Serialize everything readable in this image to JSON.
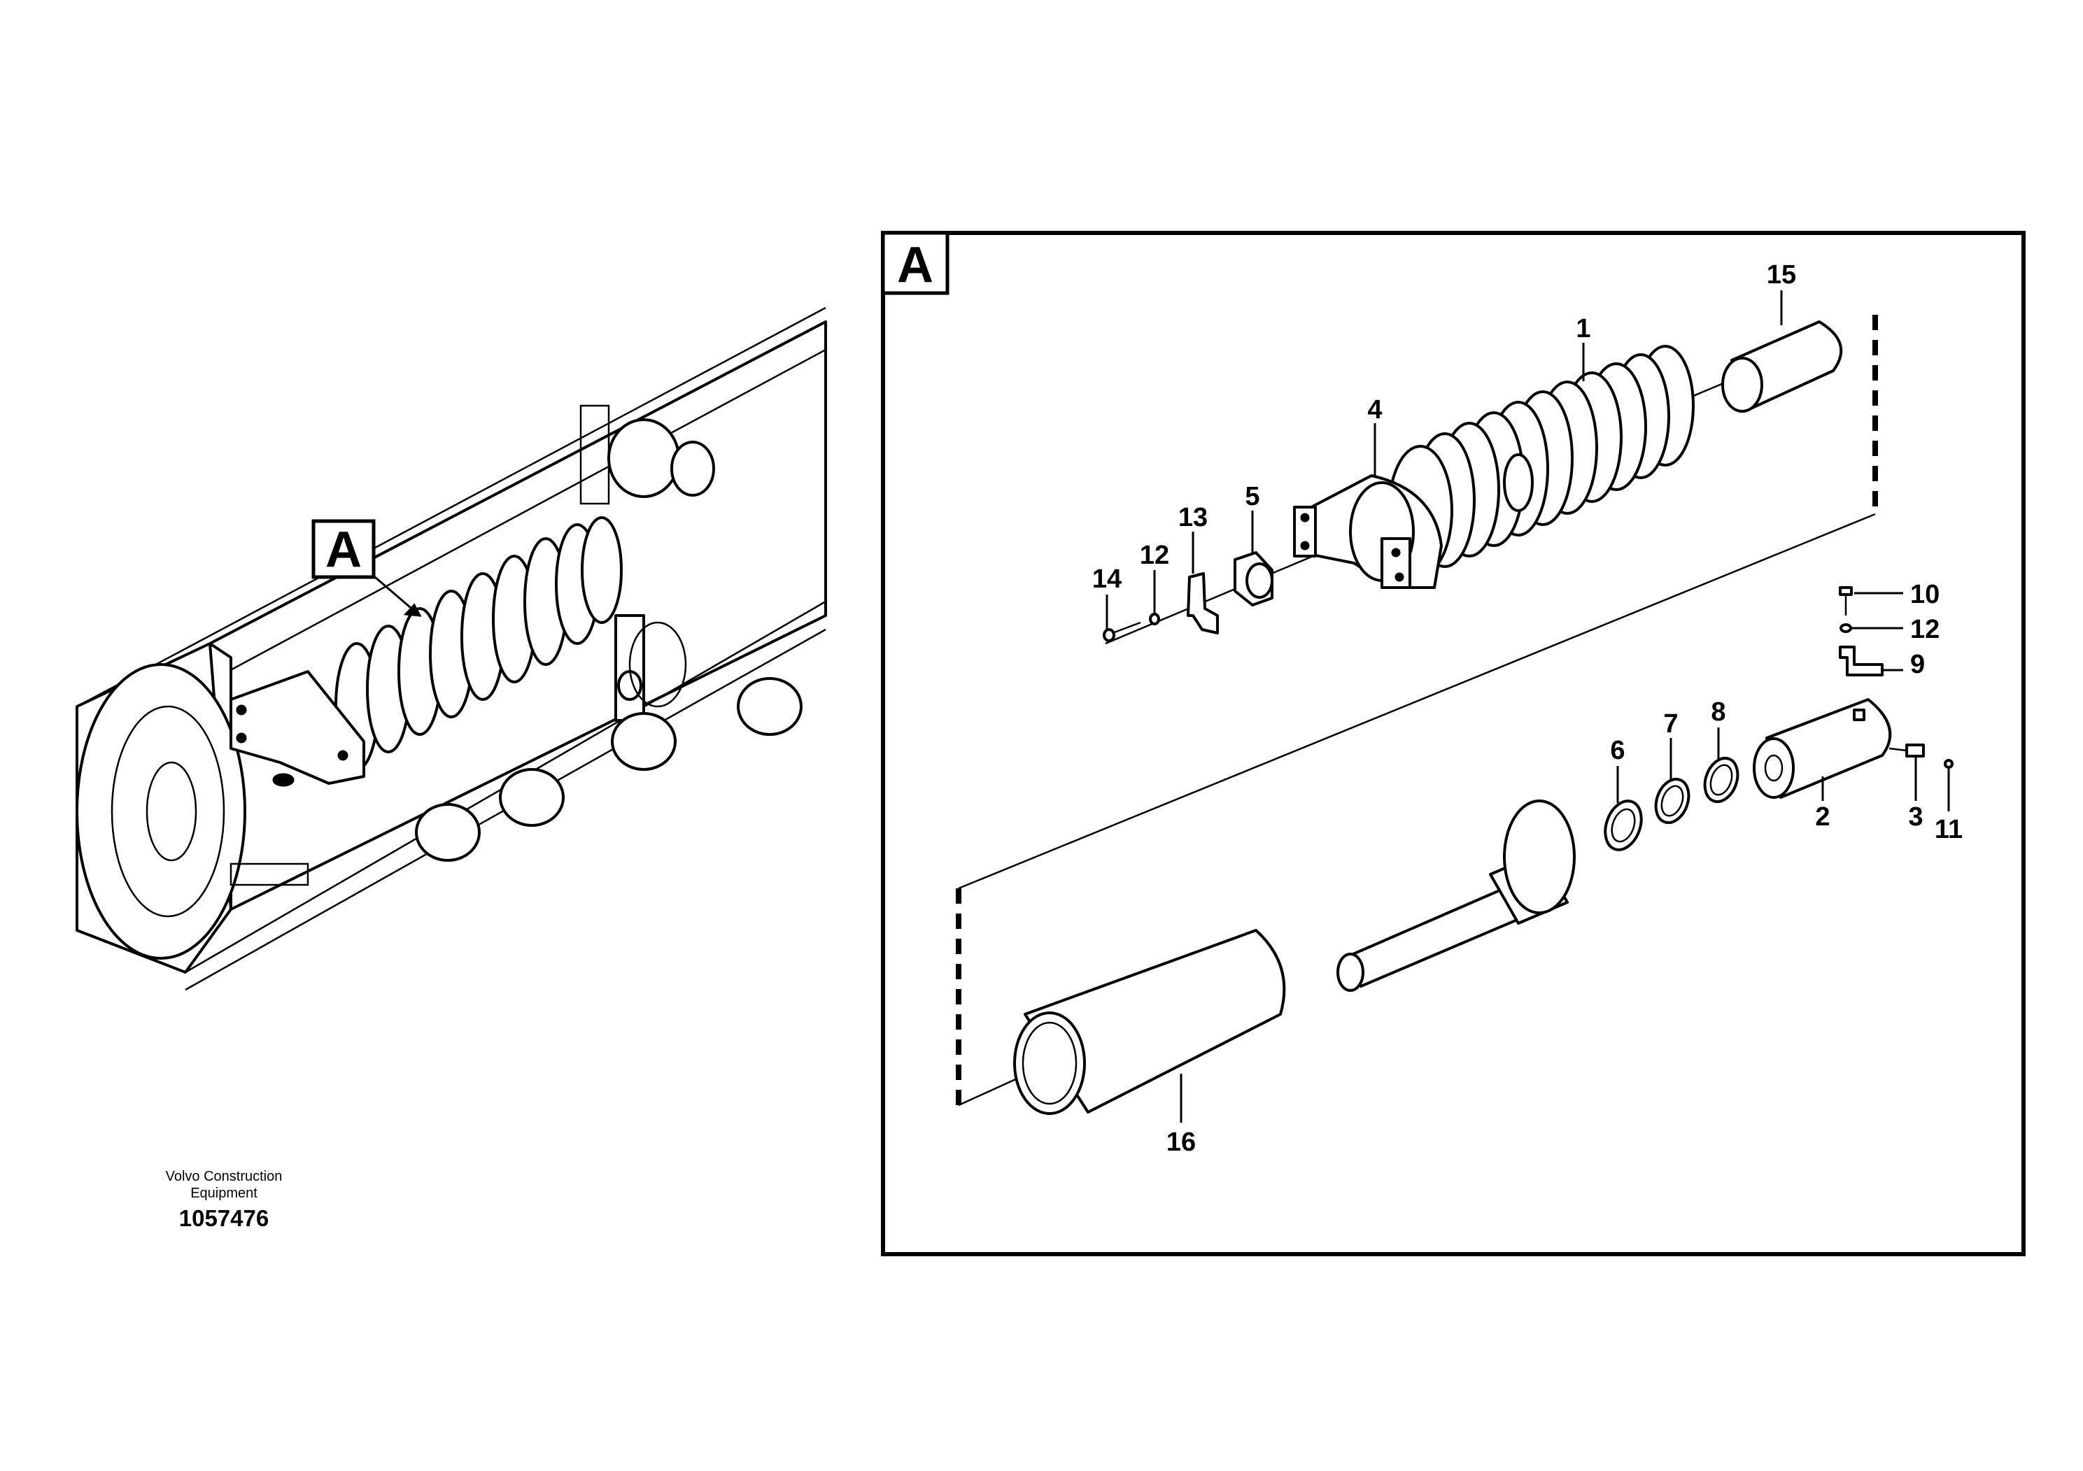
{
  "detail_label": "A",
  "detail_frame_label": "A",
  "callouts": [
    {
      "id": "c1",
      "text": "1"
    },
    {
      "id": "c2",
      "text": "2"
    },
    {
      "id": "c3",
      "text": "3"
    },
    {
      "id": "c4",
      "text": "4"
    },
    {
      "id": "c5",
      "text": "5"
    },
    {
      "id": "c6",
      "text": "6"
    },
    {
      "id": "c7",
      "text": "7"
    },
    {
      "id": "c8",
      "text": "8"
    },
    {
      "id": "c9",
      "text": "9"
    },
    {
      "id": "c10",
      "text": "10"
    },
    {
      "id": "c11",
      "text": "11"
    },
    {
      "id": "c12a",
      "text": "12"
    },
    {
      "id": "c12b",
      "text": "12"
    },
    {
      "id": "c13",
      "text": "13"
    },
    {
      "id": "c14",
      "text": "14"
    },
    {
      "id": "c15",
      "text": "15"
    },
    {
      "id": "c16",
      "text": "16"
    }
  ],
  "watermark": {
    "company_line1": "Volvo Construction",
    "company_line2": "Equipment",
    "drawing_number": "1057476"
  }
}
